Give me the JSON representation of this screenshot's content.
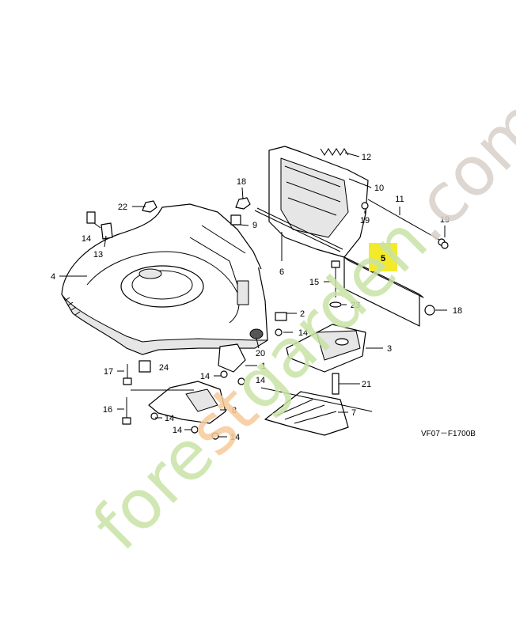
{
  "figure_code": "VF07－F1700B",
  "watermark": "forestgarden.com",
  "colors": {
    "highlight": "#f4ea2c",
    "watermark_green": "#c9e3a6",
    "watermark_orange": "#f6c99a",
    "watermark_gray": "#d9d1c9"
  },
  "callouts": [
    {
      "id": "c1",
      "label": "1"
    },
    {
      "id": "c2",
      "label": "2"
    },
    {
      "id": "c3",
      "label": "3"
    },
    {
      "id": "c4",
      "label": "4"
    },
    {
      "id": "c5",
      "label": "5",
      "highlighted": true
    },
    {
      "id": "c6",
      "label": "6"
    },
    {
      "id": "c7",
      "label": "7"
    },
    {
      "id": "c8",
      "label": "8"
    },
    {
      "id": "c9",
      "label": "9"
    },
    {
      "id": "c10",
      "label": "10"
    },
    {
      "id": "c11",
      "label": "11"
    },
    {
      "id": "c12",
      "label": "12"
    },
    {
      "id": "c13",
      "label": "13"
    },
    {
      "id": "c14a",
      "label": "14"
    },
    {
      "id": "c14b",
      "label": "14"
    },
    {
      "id": "c14c",
      "label": "14"
    },
    {
      "id": "c14d",
      "label": "14"
    },
    {
      "id": "c14e",
      "label": "14"
    },
    {
      "id": "c14f",
      "label": "14"
    },
    {
      "id": "c14g",
      "label": "14"
    },
    {
      "id": "c15",
      "label": "15"
    },
    {
      "id": "c16",
      "label": "16"
    },
    {
      "id": "c17",
      "label": "17"
    },
    {
      "id": "c18a",
      "label": "18"
    },
    {
      "id": "c18b",
      "label": "18"
    },
    {
      "id": "c19a",
      "label": "19"
    },
    {
      "id": "c19b",
      "label": "19"
    },
    {
      "id": "c20",
      "label": "20"
    },
    {
      "id": "c21",
      "label": "21"
    },
    {
      "id": "c22",
      "label": "22"
    },
    {
      "id": "c23",
      "label": "23"
    },
    {
      "id": "c24",
      "label": "24"
    }
  ]
}
